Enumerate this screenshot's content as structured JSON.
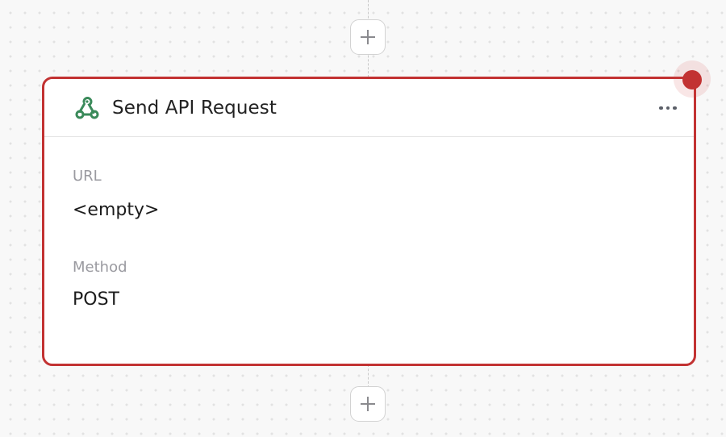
{
  "canvas": {
    "background": "#f8f8f8",
    "dot_color": "#e2e2e2"
  },
  "add_step_top": {
    "label": "+",
    "icon": "plus-icon"
  },
  "add_step_bottom": {
    "label": "+",
    "icon": "plus-icon"
  },
  "node": {
    "title": "Send API Request",
    "icon": "webhook-icon",
    "icon_color": "#3a8a5a",
    "border_color": "#c23232",
    "status": "error",
    "menu_icon": "more-horizontal-icon",
    "fields": [
      {
        "label": "URL",
        "value": "<empty>"
      },
      {
        "label": "Method",
        "value": "POST"
      }
    ]
  }
}
